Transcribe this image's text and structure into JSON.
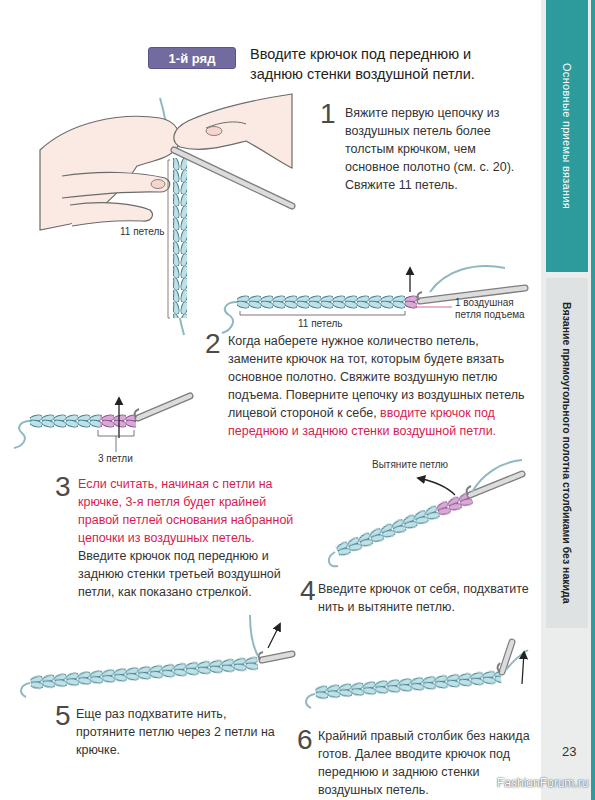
{
  "diagram": {
    "nodes": [
      {
        "text": [
          "1-й ряд"
        ]
      },
      {
        "text": [
          "Основные приемы вязания"
        ]
      },
      {
        "text": [
          "Вязание прямоугольного полотна столбиками без накида"
        ]
      }
    ],
    "labels": [
      "Вводите крючок под переднюю и заднюю стенки воздушной петли.",
      "11 петель",
      "1",
      "Вяжите первую цепочку из воздушных петель более толстым крючком, чем основное полотно (см. с. 20). Свяжите 11 петель.",
      "11 петель",
      "1 воздушная петля подъема",
      "2",
      "Когда наберете нужное количество петель, замените крючок на тот, которым будете вязать основное полотно. Свяжите воздушную петлю подъема. Поверните цепочку из воздушных петель лицевой стороной к себе,",
      "вводите крючок под переднюю и заднюю стенки воздушной петли.",
      "3 петли",
      "3",
      "Если считать, начиная с петли на крючке, 3-я петля будет крайней правой петлей основания набранной цепочки из воздушных петель.",
      "Введите крючок под переднюю и заднюю стенки третьей воздушной петли, как показано стрелкой.",
      "Вытяните петлю",
      "4",
      "Введите крючок от себя, подхватите нить и вытяните петлю.",
      "5",
      "Еще раз подхватите нить, протяните петлю через 2 петли на крючке.",
      "6",
      "Крайний правый столбик без накида готов. Далее вводите крючок под переднюю и заднюю стенки воздушных петель.",
      "23",
      "FashionForum.ru"
    ]
  }
}
